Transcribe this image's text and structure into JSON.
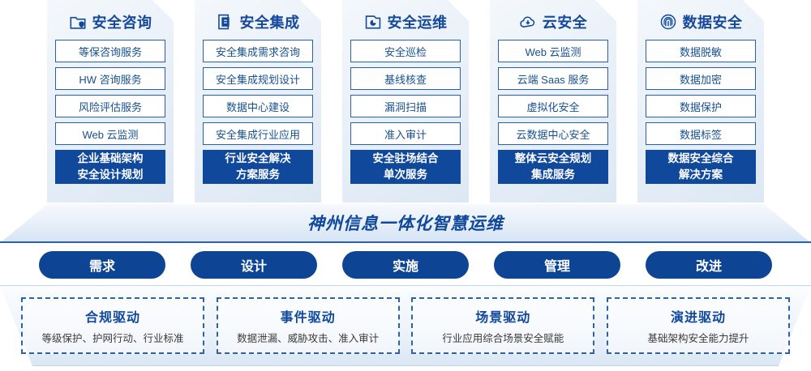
{
  "pillars": [
    {
      "icon": "folder-shield-icon",
      "title": "安全咨询",
      "items": [
        "等保咨询服务",
        "HW 咨询服务",
        "风险评估服务",
        "Web 云监测"
      ],
      "summary": [
        "企业基础架构",
        "安全设计规划"
      ]
    },
    {
      "icon": "document-stack-icon",
      "title": "安全集成",
      "items": [
        "安全集成需求咨询",
        "安全集成规划设计",
        "数据中心建设",
        "安全集成行业应用"
      ],
      "summary": [
        "行业安全解决",
        "方案服务"
      ]
    },
    {
      "icon": "monitor-chart-icon",
      "title": "安全运维",
      "items": [
        "安全巡检",
        "基线核查",
        "漏洞扫描",
        "准入审计"
      ],
      "summary": [
        "安全驻场结合",
        "单次服务"
      ]
    },
    {
      "icon": "cloud-icon",
      "title": "云安全",
      "items": [
        "Web 云监测",
        "云端 Saas 服务",
        "虚拟化安全",
        "云数据中心安全"
      ],
      "summary": [
        "整体云安全规划",
        "集成服务"
      ]
    },
    {
      "icon": "fingerprint-icon",
      "title": "数据安全",
      "items": [
        "数据脱敏",
        "数据加密",
        "数据保护",
        "数据标签"
      ],
      "summary": [
        "数据安全综合",
        "解决方案"
      ]
    }
  ],
  "banner": {
    "title": "神州信息一体化智慧运维"
  },
  "stages": [
    {
      "label": "需求"
    },
    {
      "label": "设计"
    },
    {
      "label": "实施"
    },
    {
      "label": "管理"
    },
    {
      "label": "改进"
    }
  ],
  "drivers": [
    {
      "title": "合规驱动",
      "desc": "等级保护、护网行动、行业标准"
    },
    {
      "title": "事件驱动",
      "desc": "数据泄漏、威胁攻击、准入审计"
    },
    {
      "title": "场景驱动",
      "desc": "行业应用综合场景安全赋能"
    },
    {
      "title": "演进驱动",
      "desc": "基础架构安全能力提升"
    }
  ],
  "colors": {
    "brand_blue": "#10489b",
    "accent_border": "#2a62ae",
    "card_bg_light": "#f4f8fc",
    "text_dark": "#3a3a3a"
  }
}
